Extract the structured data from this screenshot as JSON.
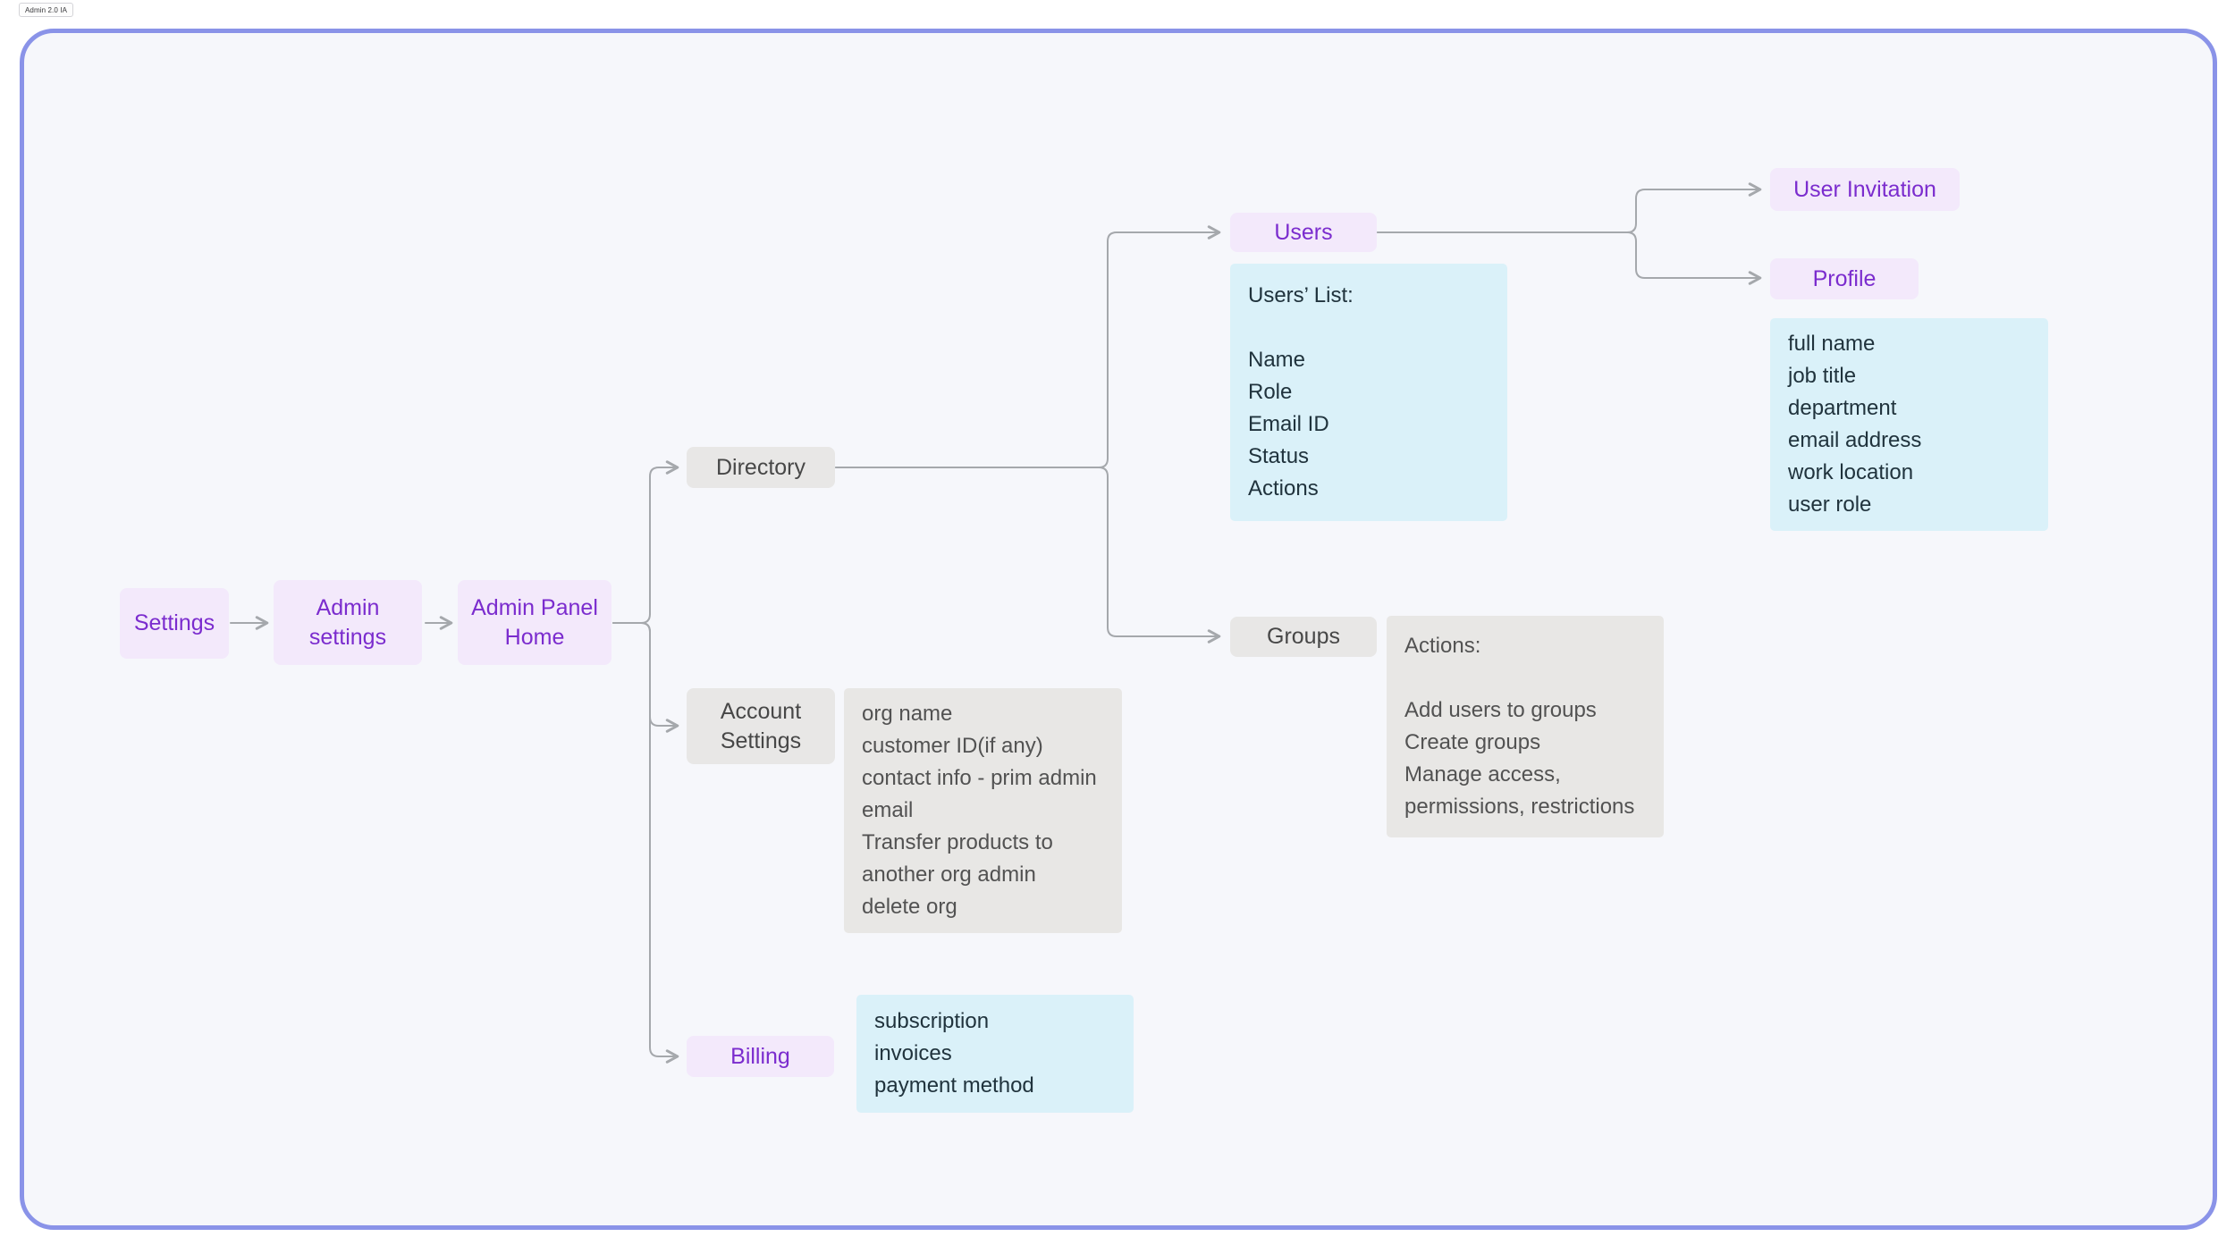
{
  "page": {
    "tab_label": "Admin 2.0 IA"
  },
  "nodes": {
    "settings": {
      "label": "Settings"
    },
    "admin_settings": {
      "label": "Admin settings"
    },
    "admin_panel_home": {
      "label": "Admin Panel Home"
    },
    "directory": {
      "label": "Directory"
    },
    "account_settings": {
      "label": "Account Settings"
    },
    "billing": {
      "label": "Billing"
    },
    "users": {
      "label": "Users"
    },
    "groups": {
      "label": "Groups"
    },
    "user_invitation": {
      "label": "User Invitation"
    },
    "profile": {
      "label": "Profile"
    }
  },
  "detail_boxes": {
    "users_list": {
      "title": "Users’ List:",
      "items": [
        "Name",
        "Role",
        "Email ID",
        "Status",
        "Actions"
      ]
    },
    "profile_fields": {
      "items": [
        "full name",
        "job title",
        "department",
        "email address",
        "work location",
        "user role"
      ]
    },
    "account_settings_items": {
      "items": [
        "org name",
        "customer ID(if any)",
        "contact info - prim admin email",
        "Transfer products to another org admin",
        "delete org"
      ]
    },
    "groups_actions": {
      "title": "Actions:",
      "items": [
        "Add users to groups",
        "Create groups",
        "Manage access, permissions, restrictions"
      ]
    },
    "billing_items": {
      "items": [
        "subscription",
        "invoices",
        "payment method"
      ]
    }
  },
  "colors": {
    "board_background": "#f6f7fb",
    "board_border": "#8a93e8",
    "node_purple_background": "#f3e9fb",
    "node_purple_text": "#7b2cce",
    "node_gray_background": "#e8e7e6",
    "node_gray_text": "#474747",
    "detail_blue_background": "#daf1f9",
    "detail_blue_text": "#20333d",
    "detail_gray_background": "#e8e7e5",
    "detail_gray_text": "#525252",
    "connector": "#a5a8ac"
  }
}
